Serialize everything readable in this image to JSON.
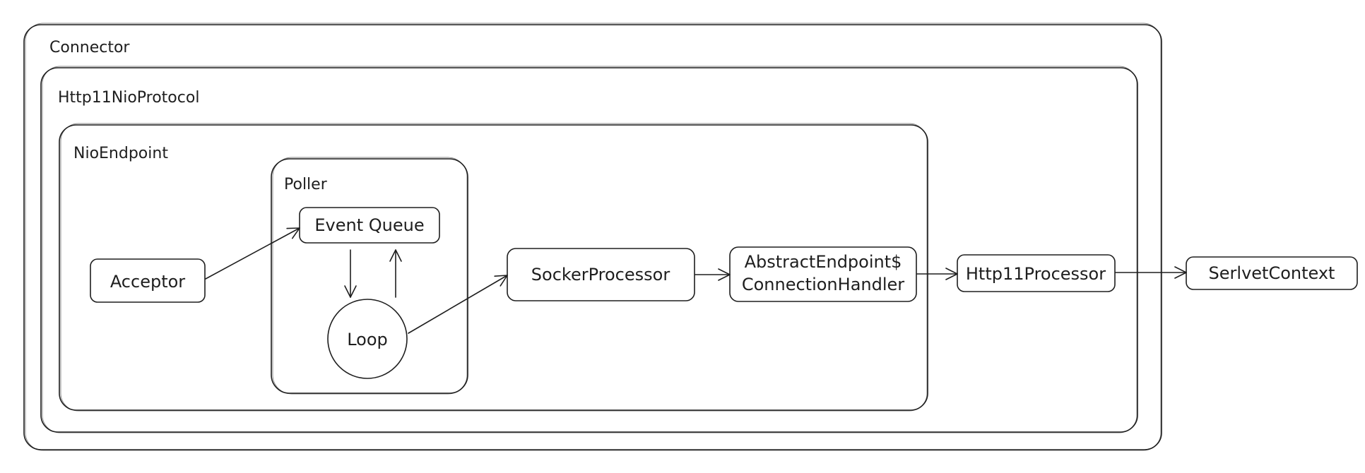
{
  "containers": {
    "connector": "Connector",
    "protocol": "Http11NioProtocol",
    "endpoint": "NioEndpoint",
    "poller": "Poller"
  },
  "nodes": {
    "acceptor": "Acceptor",
    "event_queue": "Event Queue",
    "loop": "Loop",
    "socker_processor": "SockerProcessor",
    "connection_handler_line1": "AbstractEndpoint$",
    "connection_handler_line2": "ConnectionHandler",
    "http11_processor": "Http11Processor",
    "servlet_context": "SerlvetContext"
  },
  "colors": {
    "stroke": "#1e1e1e",
    "background": "#ffffff"
  }
}
